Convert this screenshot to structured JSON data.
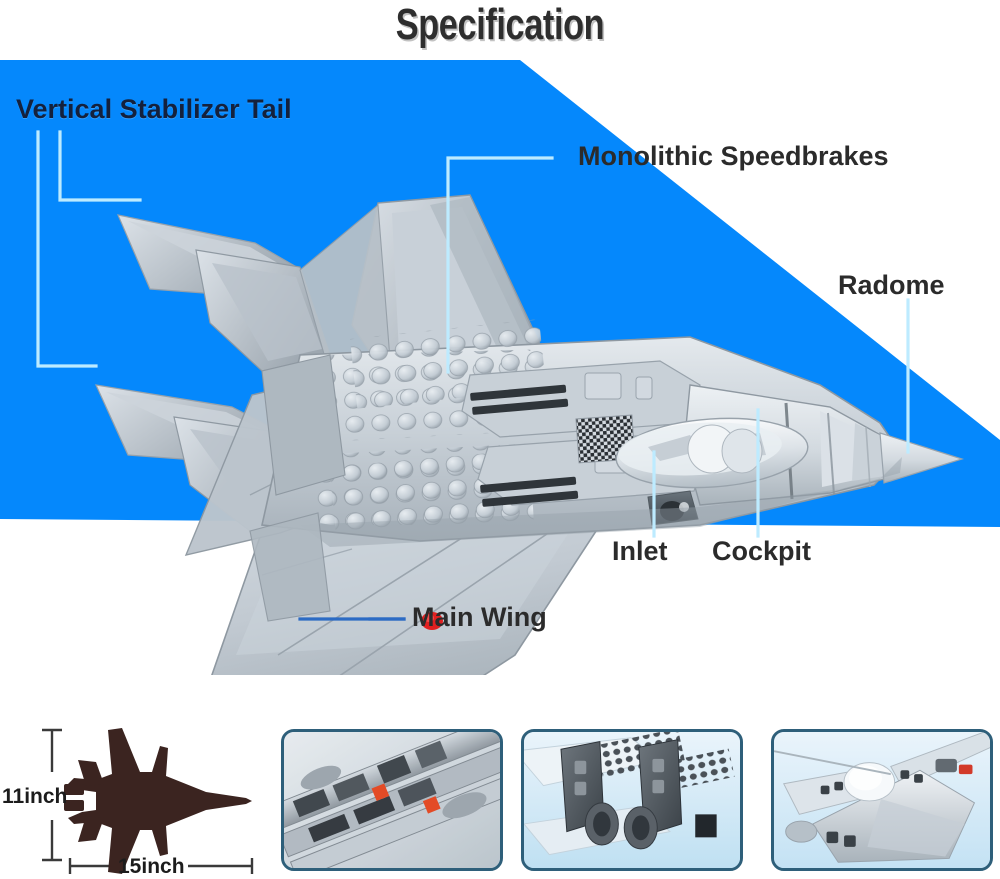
{
  "header": {
    "title": "Specification"
  },
  "colors": {
    "banner_blue": "#0588FC",
    "leader_cyan": "#BDEBFF",
    "leader_blue": "#2C6BC4",
    "label_dark_on_blue": "#14213D",
    "label_dark_on_white": "#2B2B2B",
    "thumb_border": "#2E5F7A",
    "thumb_background": "#CFE6F5",
    "model_gray": "#C3CBD2",
    "silhouette": "#3B2420",
    "accent_red": "#E02020"
  },
  "callouts": [
    {
      "id": "vertical-stabilizer-tail",
      "label": "Vertical Stabilizer Tail",
      "on": "blue"
    },
    {
      "id": "monolithic-speedbrakes",
      "label": "Monolithic Speedbrakes",
      "on": "white"
    },
    {
      "id": "radome",
      "label": "Radome",
      "on": "white"
    },
    {
      "id": "inlet",
      "label": "Inlet",
      "on": "white"
    },
    {
      "id": "cockpit",
      "label": "Cockpit",
      "on": "white"
    },
    {
      "id": "main-wing",
      "label": "Main Wing",
      "on": "white"
    }
  ],
  "dimensions": {
    "height_label": "11inch",
    "width_label": "15inch"
  },
  "thumbnails": [
    {
      "id": "thumb-underwing-pylons",
      "name": "underwing-pylons-closeup"
    },
    {
      "id": "thumb-tail-nozzles",
      "name": "tail-fins-and-engine-nozzles-closeup"
    },
    {
      "id": "thumb-cockpit-nose",
      "name": "cockpit-and-nose-closeup"
    }
  ]
}
